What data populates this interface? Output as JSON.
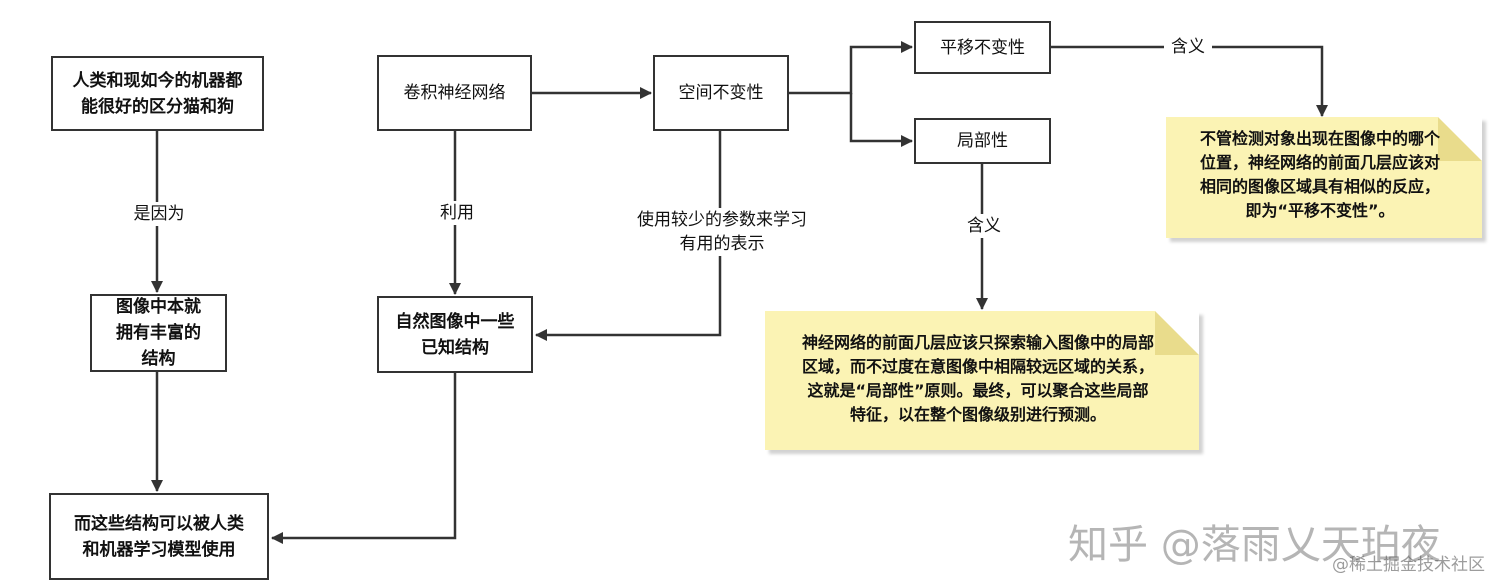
{
  "nodes": {
    "people_machines": "人类和现如今的机器都\n能很好的区分猫和狗",
    "image_structure": "图像中本就\n拥有丰富的\n结构",
    "learnable": "而这些结构可以被人类\n和机器学习模型使用",
    "cnn": "卷积神经网络",
    "natural_image": "自然图像中一些\n已知结构",
    "spatial_invariance": "空间不变性",
    "translation_invariance": "平移不变性",
    "locality": "局部性"
  },
  "edge_labels": {
    "because": "是因为",
    "use": "利用",
    "fewer_params": "使用较少的参数来学习\n有用的表示",
    "meaning_locality": "含义",
    "meaning_translation": "含义"
  },
  "notes": {
    "translation_note": "不管检测对象出现在图像中的哪个\n位置，神经网络的前面几层应该对\n相同的图像区域具有相似的反应，\n即为“平移不变性”。",
    "locality_note": "神经网络的前面几层应该只探索输入图像中的局部\n区域，而不过度在意图像中相隔较远区域的关系，\n这就是“局部性”原则。最终，可以聚合这些局部\n特征，以在整个图像级别进行预测。"
  },
  "watermarks": {
    "zhihu": "知乎 @落雨乂天珀夜",
    "juejin": "@稀土掘金技术社区"
  }
}
